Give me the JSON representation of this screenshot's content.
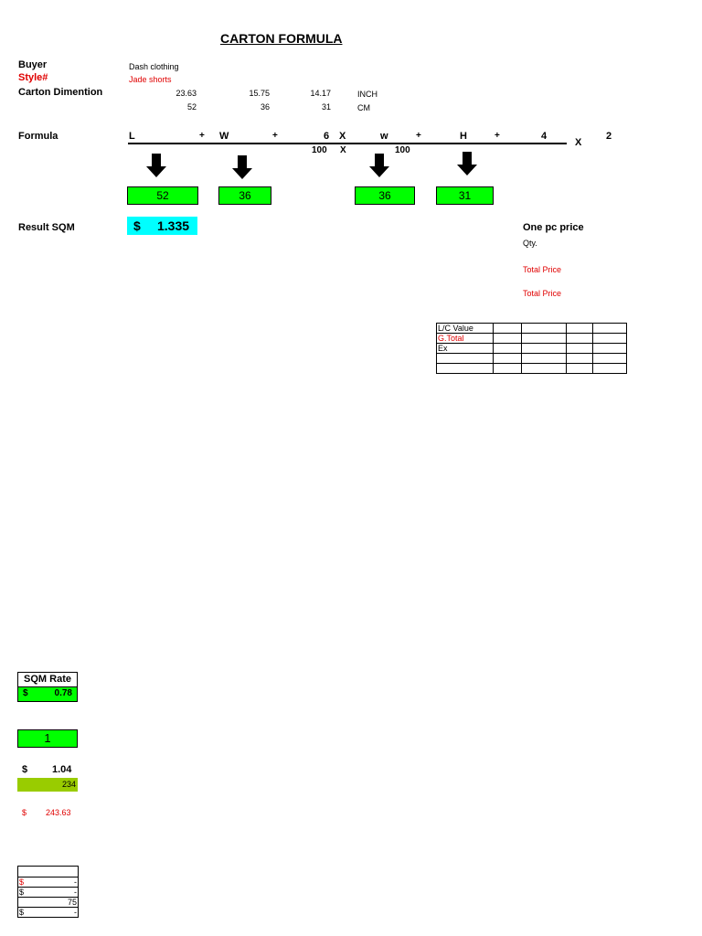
{
  "title": "CARTON FORMULA",
  "buyer": {
    "label": "Buyer",
    "value": "Dash clothing"
  },
  "style": {
    "label": "Style#",
    "value": "Jade shorts"
  },
  "dimension": {
    "label": "Carton Dimention",
    "inch": [
      "23.63",
      "15.75",
      "14.17"
    ],
    "inch_unit": "INCH",
    "cm": [
      "52",
      "36",
      "31"
    ],
    "cm_unit": "CM"
  },
  "formula": {
    "label": "Formula",
    "L": "L",
    "plus1": "+",
    "W": "W",
    "plus2": "+",
    "six": "6",
    "X1": "X",
    "w": "w",
    "plus3": "+",
    "H": "H",
    "plus4": "+",
    "four": "4",
    "X_mul": "X",
    "two": "2",
    "den_100a": "100",
    "den_X": "X",
    "den_100b": "100"
  },
  "boxes": [
    "52",
    "36",
    "36",
    "31"
  ],
  "result": {
    "label": "Result SQM",
    "currency": "$",
    "value": "1.335"
  },
  "price_panel": {
    "one_pc_price": "One pc price",
    "qty": "Qty.",
    "total_price_1": "Total Price",
    "total_price_2": "Total Price"
  },
  "lc_table": {
    "rows": [
      [
        "L/C Value",
        "",
        "",
        "",
        ""
      ],
      [
        "G.Total",
        "",
        "",
        "",
        ""
      ],
      [
        "Ex",
        "",
        "",
        "",
        ""
      ],
      [
        "",
        "",
        "",
        "",
        ""
      ],
      [
        "",
        "",
        "",
        "",
        ""
      ]
    ]
  },
  "sqm_rate": {
    "header": "SQM Rate",
    "currency": "$",
    "value": "0.78"
  },
  "one_box": "1",
  "price_1_04": {
    "currency": "$",
    "value": "1.04"
  },
  "qty_234": "234",
  "total_red": {
    "currency": "$",
    "value": "243.63"
  },
  "bottom_table": {
    "rows": [
      [
        "",
        ""
      ],
      [
        "$",
        "-"
      ],
      [
        "$",
        "-"
      ],
      [
        "",
        "75"
      ],
      [
        "$",
        "-"
      ]
    ]
  },
  "colors": {
    "green": "#00ff00",
    "cyan": "#00ffff",
    "olive_green": "#99cc00",
    "red": "#e00000"
  }
}
